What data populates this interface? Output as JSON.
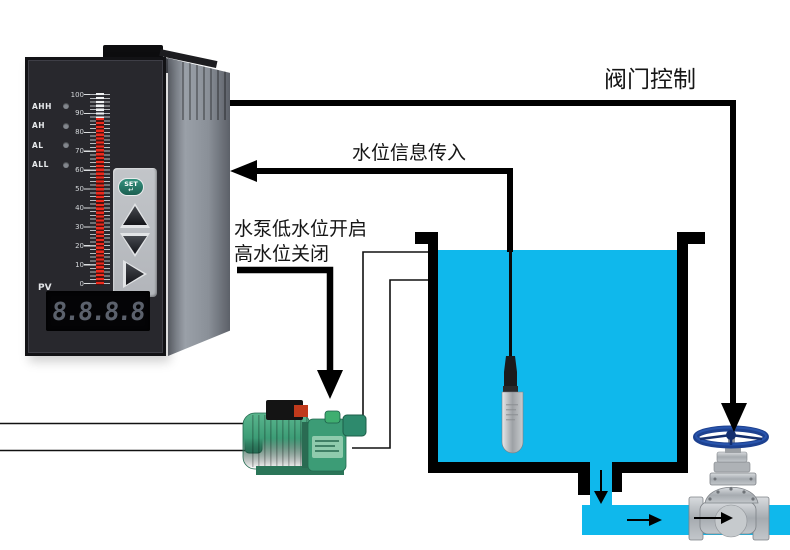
{
  "labels": {
    "valve_control": "阀门控制",
    "sensor_signal": "水位信息传入",
    "pump_rule_line1": "水泵低水位开启",
    "pump_rule_line2": "高水位关闭"
  },
  "controller": {
    "pv_label": "PV",
    "display_value": "8.8.8.8",
    "set_label": "SET",
    "enter_glyph": "↵",
    "scale_labels": [
      "100",
      "90",
      "80",
      "70",
      "60",
      "50",
      "40",
      "30",
      "20",
      "10",
      "0"
    ],
    "alarm_labels": [
      "AHH",
      "AH",
      "AL",
      "ALL"
    ]
  },
  "colors": {
    "water": "#0FB8EC",
    "line_black": "#000000",
    "led_red": "#EE2A1C",
    "pump_green": "#3C9C76",
    "handwheel_blue": "#1D4190",
    "keypad_gray": "#BDC0C5",
    "set_button_green": "#2D8270",
    "valve_steel": "#B9BEC3"
  }
}
